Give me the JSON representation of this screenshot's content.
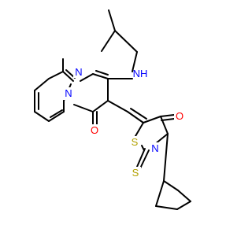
{
  "colors": {
    "bond": "#000000",
    "N": "#0000ff",
    "O": "#ff0000",
    "S": "#b3a100",
    "background": "#ffffff"
  },
  "atoms": {
    "nh": {
      "text": "N",
      "subtext": "H",
      "element": "N"
    },
    "n_upper": {
      "text": "N",
      "element": "N"
    },
    "n_lower": {
      "text": "N",
      "element": "N"
    },
    "n_thz": {
      "text": "N",
      "element": "N"
    },
    "o_pyr": {
      "text": "O",
      "element": "O"
    },
    "o_thz": {
      "text": "O",
      "element": "O"
    },
    "s_ring": {
      "text": "S",
      "element": "S"
    },
    "s_thione": {
      "text": "S",
      "element": "S"
    }
  }
}
